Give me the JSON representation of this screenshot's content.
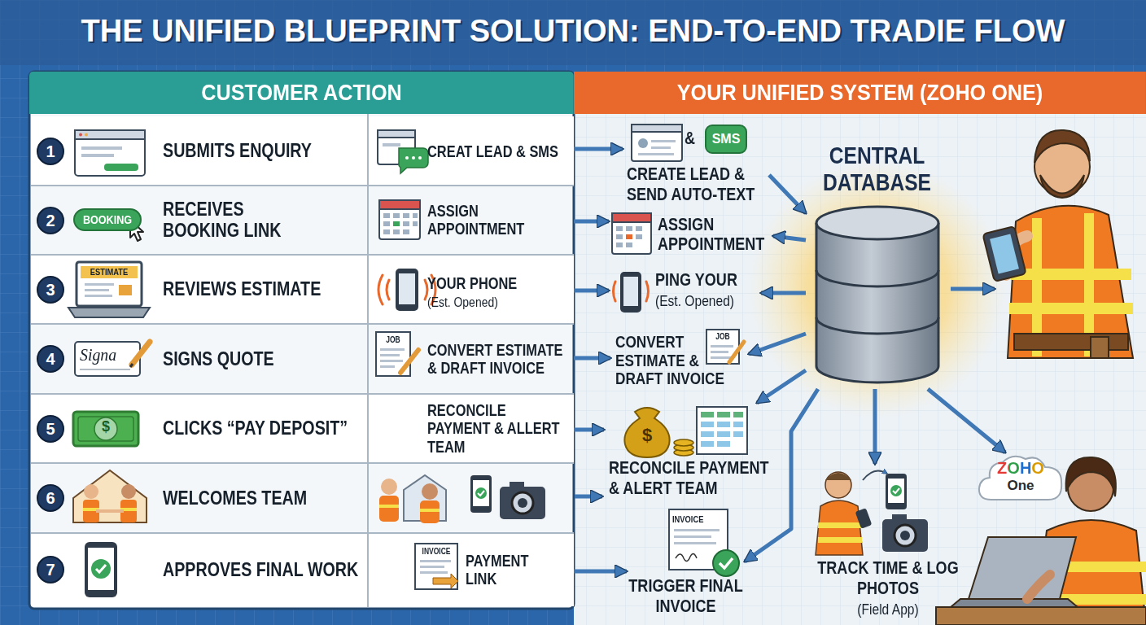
{
  "diagram": {
    "title": "THE UNIFIED BLUEPRINT SOLUTION: END-TO-END TRADIE FLOW",
    "nodes": [
      {
        "text": [
          "CUSTOMER ACTION"
        ]
      },
      {
        "text": [
          "YOUR UNIFIED SYSTEM (ZOHO ONE)"
        ]
      },
      {
        "text": [
          "SUBMITS ENQUIRY"
        ],
        "in": 0
      },
      {
        "text": [
          "1"
        ],
        "in": 2
      },
      {
        "text": [
          "CREAT LEAD & SMS"
        ],
        "in": 0
      },
      {
        "text": [
          "RECEIVES BOOKING LINK"
        ],
        "in": 0
      },
      {
        "text": [
          "2"
        ],
        "in": 5
      },
      {
        "text": [
          "BOOKING"
        ],
        "in": 5
      },
      {
        "text": [
          "ASSIGN APPOINTMENT"
        ],
        "in": 0
      },
      {
        "text": [
          "REVIEWS ESTIMATE"
        ],
        "in": 0
      },
      {
        "text": [
          "3"
        ],
        "in": 9
      },
      {
        "text": [
          "YOUR PHONE",
          "(Est. Opened)"
        ],
        "in": 0
      },
      {
        "text": [
          "SIGNS QUOTE"
        ],
        "in": 0
      },
      {
        "text": [
          "4"
        ],
        "in": 12
      },
      {
        "text": [
          "CONVERT ESTIMATE & DRAFT INVOICE"
        ],
        "in": 0
      },
      {
        "text": [
          "CLICKS “PAY DEPOSIT”"
        ],
        "in": 0
      },
      {
        "text": [
          "5"
        ],
        "in": 15
      },
      {
        "text": [
          "RECONCILE PAYMENT & ALLERT TEAM"
        ],
        "in": 0
      },
      {
        "text": [
          "WELCOMES TEAM"
        ],
        "in": 0
      },
      {
        "text": [
          "6"
        ],
        "in": 18
      },
      {
        "text": [
          "APPROVES FINAL WORK"
        ],
        "in": 0
      },
      {
        "text": [
          "7"
        ],
        "in": 20
      },
      {
        "text": [
          "PAYMENT LINK"
        ],
        "in": 0
      },
      {
        "text": [
          "CREATE LEAD & SEND AUTO-TEXT"
        ],
        "in": 1
      },
      {
        "text": [
          "SMS"
        ],
        "in": 23
      },
      {
        "text": [
          "ASSIGN APPOINTMENT"
        ],
        "in": 1
      },
      {
        "text": [
          "PING YOUR",
          "(Est. Opened)"
        ],
        "in": 1
      },
      {
        "text": [
          "CONVERT ESTIMATE & DRAFT INVOICE"
        ],
        "in": 1
      },
      {
        "text": [
          "CENTRAL DATABASE"
        ],
        "in": 1
      },
      {
        "text": [
          "RECONCILE PAYMENT & ALERT TEAM"
        ],
        "in": 1
      },
      {
        "text": [
          "TRIGGER FINAL INVOICE"
        ],
        "in": 1
      },
      {
        "text": [
          "TRACK TIME & LOG PHOTOS",
          "(Field App)"
        ],
        "in": 1
      },
      {
        "text": [
          "ZOHO",
          "One"
        ],
        "in": 1
      }
    ],
    "edges": [
      {
        "from": 4,
        "to": 23,
        "arrow": "to"
      },
      {
        "from": 8,
        "to": 25,
        "arrow": "to"
      },
      {
        "from": 11,
        "to": 26,
        "arrow": "to"
      },
      {
        "from": 14,
        "to": 27,
        "arrow": "to"
      },
      {
        "from": 17,
        "to": 29,
        "arrow": "to"
      },
      {
        "from": 22,
        "to": 30,
        "arrow": "to"
      },
      {
        "from": 23,
        "to": 28,
        "arrow": "to"
      },
      {
        "from": 28,
        "to": 25,
        "arrow": "to"
      },
      {
        "from": 28,
        "to": 26,
        "arrow": "to"
      },
      {
        "from": 28,
        "to": 27,
        "arrow": "to"
      },
      {
        "from": 28,
        "to": 29,
        "arrow": "to"
      },
      {
        "from": 28,
        "to": 30,
        "arrow": "to"
      },
      {
        "from": 28,
        "to": 31,
        "arrow": "to"
      },
      {
        "from": 28,
        "to": 32,
        "arrow": "to"
      }
    ],
    "labels": [
      "&",
      "ESTIMATE",
      "Signa",
      "JOB",
      "JOB",
      "$",
      "$",
      "INVOICE",
      "INVOICE"
    ]
  }
}
